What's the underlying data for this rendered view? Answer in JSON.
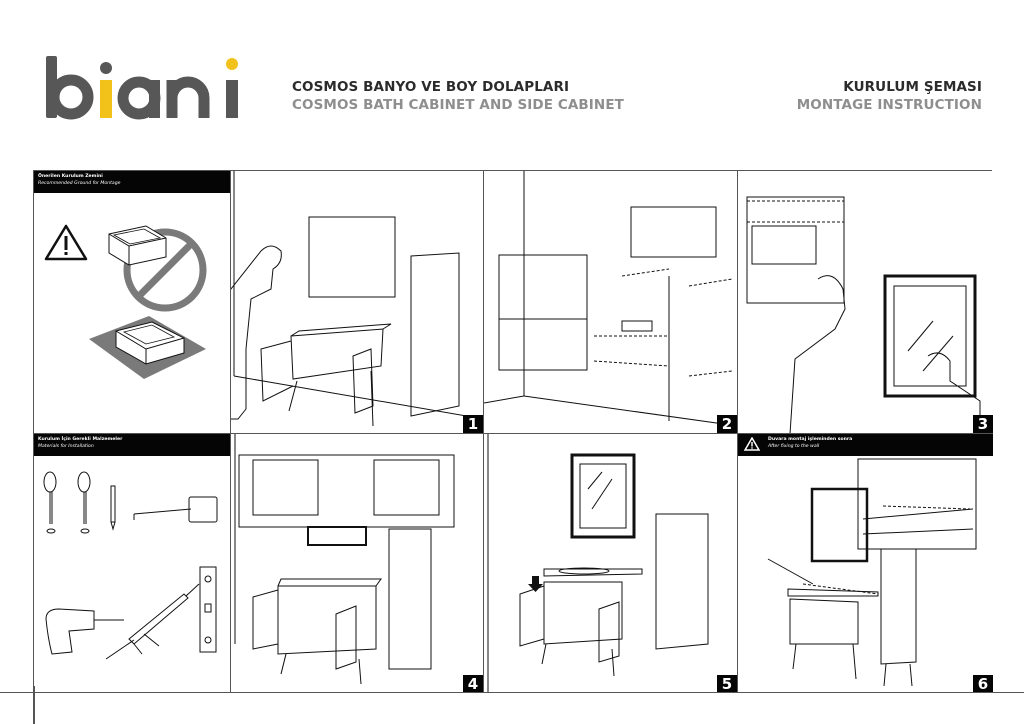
{
  "header": {
    "brand": {
      "text": "biani",
      "color_gray": "#575757",
      "color_accent": "#f2c21b"
    },
    "title_tr": "COSMOS BANYO VE BOY DOLAPLARI",
    "title_en": "COSMOS BATH CABINET AND SIDE CABINET",
    "doc_type_tr": "KURULUM ŞEMASI",
    "doc_type_en": "MONTAGE INSTRUCTION"
  },
  "panels": {
    "ground": {
      "title_tr": "Önerilen Kurulum Zemini",
      "title_en": "Recommended Ground for Montage",
      "icons": [
        "warning-icon",
        "prohibited-icon",
        "box-on-rug-icon"
      ]
    },
    "materials": {
      "title_tr": "Kurulum İçin Gerekli Malzemeler",
      "title_en": "Materials for Installation",
      "tools": [
        "flat-screwdriver",
        "phillips-screwdriver",
        "pencil",
        "tape-measure",
        "electric-drill",
        "silicone-gun",
        "spirit-level"
      ]
    },
    "steps": [
      {
        "number": "1",
        "caption": ""
      },
      {
        "number": "2",
        "caption": ""
      },
      {
        "number": "3",
        "caption": ""
      },
      {
        "number": "4",
        "caption": ""
      },
      {
        "number": "5",
        "caption": ""
      },
      {
        "number": "6",
        "caption": "",
        "note_tr": "Duvara montaj işleminden sonra",
        "note_en": "After fixing to the wall"
      }
    ]
  }
}
